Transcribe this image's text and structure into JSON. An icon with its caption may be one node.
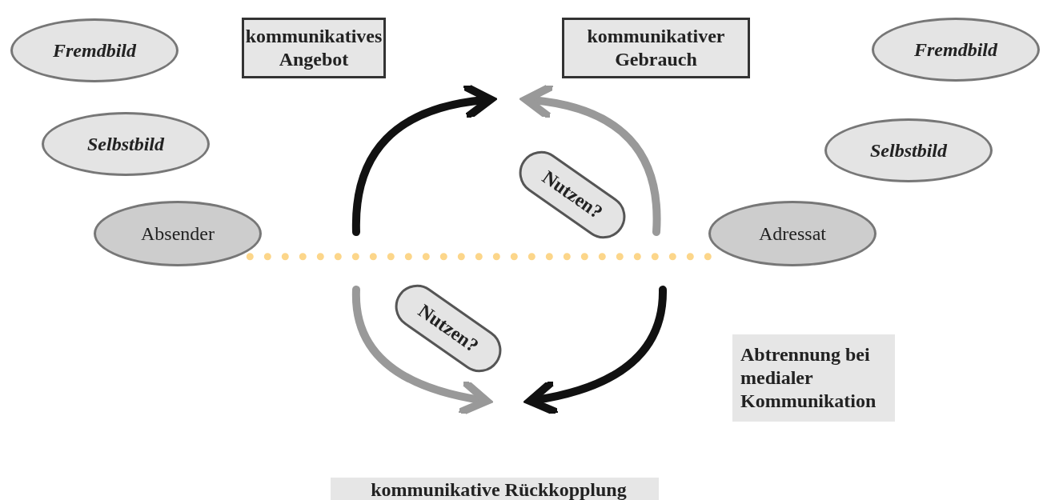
{
  "diagram": {
    "nodes": [
      {
        "text": [
          "Fremdbild"
        ]
      },
      {
        "text": [
          "Selbstbild"
        ]
      },
      {
        "text": [
          "Absender"
        ]
      },
      {
        "text": [
          "kommunikatives Angebot"
        ]
      },
      {
        "text": [
          "kommunikativer Gebrauch"
        ]
      },
      {
        "text": [
          "Fremdbild"
        ]
      },
      {
        "text": [
          "Selbstbild"
        ]
      },
      {
        "text": [
          "Nutzen?"
        ]
      },
      {
        "text": [
          "Adressat"
        ]
      },
      {
        "text": [
          "Nutzen?"
        ]
      },
      {
        "text": [
          "Abtrennung bei medialer Kommunikation"
        ]
      },
      {
        "text": [
          "kommunikative Rückkopplung"
        ]
      }
    ],
    "edges": [
      {
        "from": 2,
        "to": 8,
        "arrow": "none",
        "style": "dashed",
        "color": "#fcd68a"
      }
    ]
  }
}
